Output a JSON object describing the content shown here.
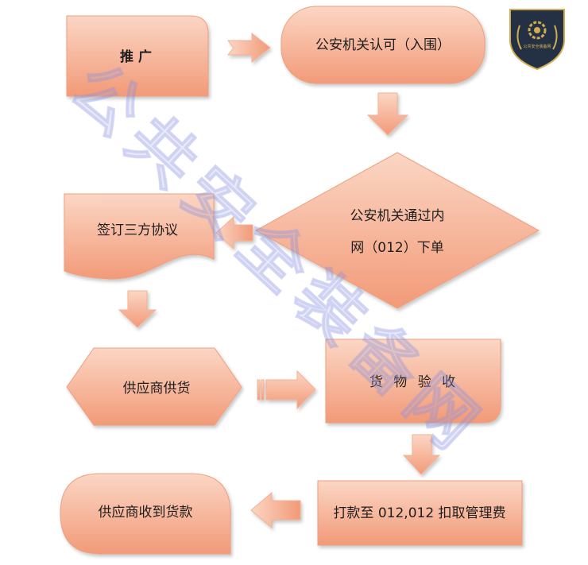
{
  "nodes": {
    "promote": "推 广",
    "approval": "公安机关认可（入围）",
    "order_line1": "公安机关通过内",
    "order_line2": "网（012）下单",
    "agreement": "签订三方协议",
    "supply": "供应商供货",
    "inspection": "货 物 验 收",
    "payment": "打款至 012,012 扣取管理费",
    "received": "供应商收到货款"
  },
  "logo": {
    "text": "公共安全装备网"
  },
  "watermark": "公共安全装备网",
  "colors": {
    "shape_fill_top": "#fbd6c4",
    "shape_fill_bottom": "#f29a78",
    "shape_stroke": "#ef9f7e",
    "text": "#1e1e1e",
    "logo_dark": "#243044",
    "logo_gold": "#d2ac52"
  }
}
